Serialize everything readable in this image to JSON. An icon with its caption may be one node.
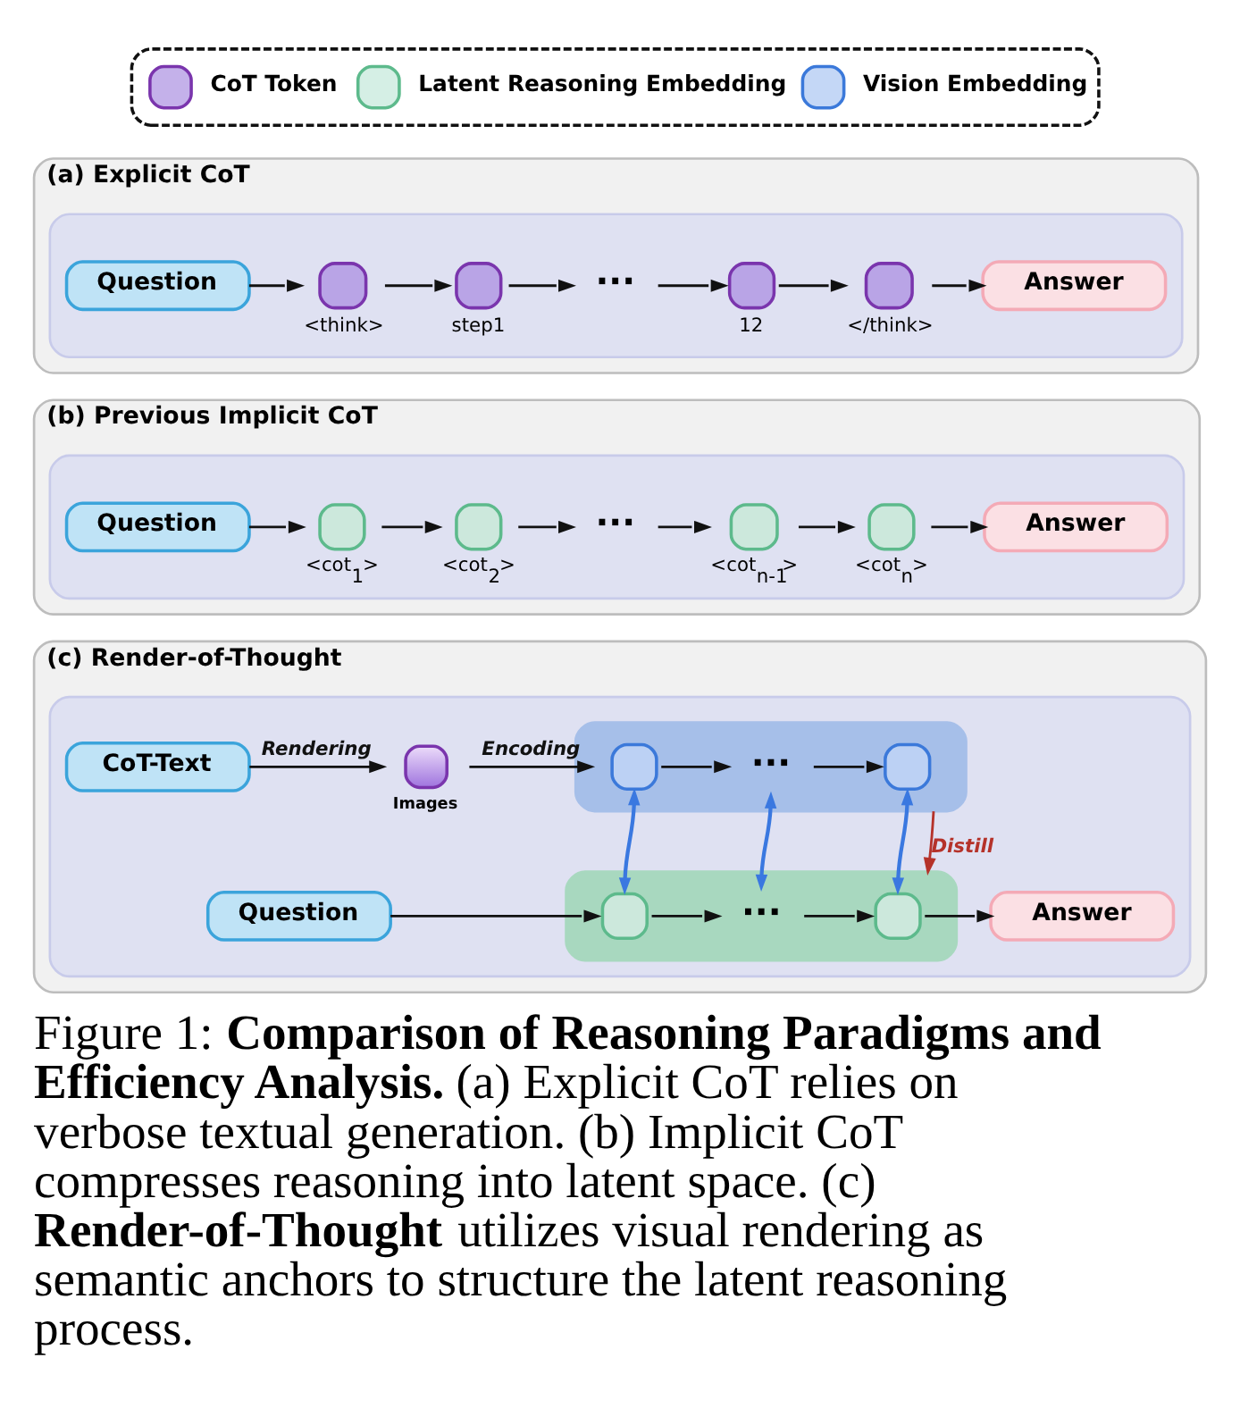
{
  "diagram": {
    "caption": "Figure 1: **Comparison of Reasoning Paradigms and Efficiency Analysis.** (a) Explicit CoT relies on verbose textual generation. (b) Implicit CoT compresses reasoning into latent space. (c) **Render-of-Thought** utilizes visual rendering as semantic anchors to structure the latent reasoning process.",
    "nodes": [
      {
        "text": [
          "(a) Explicit CoT"
        ]
      },
      {
        "text": [],
        "shape": "box",
        "in": 0
      },
      {
        "text": [
          "Question"
        ],
        "in": 1
      },
      {
        "text": [],
        "shape": "box",
        "beside": [
          "<think>"
        ],
        "in": 1
      },
      {
        "text": [],
        "shape": "box",
        "beside": [
          "step1"
        ],
        "in": 1
      },
      {
        "text": [
          "···"
        ],
        "in": 1
      },
      {
        "text": [],
        "shape": "box",
        "beside": [
          "12"
        ],
        "in": 1
      },
      {
        "text": [],
        "shape": "box",
        "beside": [
          "</think>"
        ],
        "in": 1
      },
      {
        "text": [
          "Answer"
        ],
        "in": 1
      },
      {
        "text": [
          "(b) Previous Implicit CoT"
        ]
      },
      {
        "text": [],
        "shape": "box",
        "in": 9
      },
      {
        "text": [
          "Question"
        ],
        "in": 10
      },
      {
        "text": [],
        "shape": "box",
        "beside": [
          "<cot$_{1}$>"
        ],
        "in": 10
      },
      {
        "text": [],
        "shape": "box",
        "beside": [
          "<cot$_{2}$>"
        ],
        "in": 10
      },
      {
        "text": [
          "···"
        ],
        "in": 10
      },
      {
        "text": [],
        "shape": "box",
        "beside": [
          "<cot$_{n-1}$>"
        ],
        "in": 10
      },
      {
        "text": [],
        "shape": "box",
        "beside": [
          "<cot$_{n}$>"
        ],
        "in": 10
      },
      {
        "text": [
          "Answer"
        ],
        "in": 10
      },
      {
        "text": [
          "(c) Render-of-Thought"
        ]
      },
      {
        "text": [],
        "shape": "box",
        "in": 18
      },
      {
        "text": [
          "CoT-Text"
        ],
        "in": 19
      },
      {
        "text": [],
        "shape": "picture",
        "beside": [
          "Images"
        ],
        "in": 19
      },
      {
        "text": [],
        "shape": "box",
        "in": 19
      },
      {
        "text": [],
        "shape": "box",
        "in": 22
      },
      {
        "text": [
          "···"
        ],
        "in": 22
      },
      {
        "text": [],
        "shape": "box",
        "in": 22
      },
      {
        "text": [
          "Question"
        ],
        "in": 19
      },
      {
        "text": [],
        "shape": "box",
        "in": 19
      },
      {
        "text": [],
        "shape": "box",
        "in": 27
      },
      {
        "text": [
          "···"
        ],
        "in": 27
      },
      {
        "text": [],
        "shape": "box",
        "in": 27
      },
      {
        "text": [
          "Answer"
        ],
        "in": 19
      }
    ],
    "edges": [
      {
        "from": 2,
        "to": 3,
        "arrow": "to"
      },
      {
        "from": 3,
        "to": 4,
        "arrow": "to"
      },
      {
        "from": 4,
        "to": 5,
        "arrow": "to"
      },
      {
        "from": 5,
        "to": 6,
        "arrow": "to"
      },
      {
        "from": 6,
        "to": 7,
        "arrow": "to"
      },
      {
        "from": 7,
        "to": 8,
        "arrow": "to"
      },
      {
        "from": 11,
        "to": 12,
        "arrow": "to"
      },
      {
        "from": 12,
        "to": 13,
        "arrow": "to"
      },
      {
        "from": 13,
        "to": 14,
        "arrow": "to"
      },
      {
        "from": 14,
        "to": 15,
        "arrow": "to"
      },
      {
        "from": 15,
        "to": 16,
        "arrow": "to"
      },
      {
        "from": 16,
        "to": 17,
        "arrow": "to"
      },
      {
        "from": 20,
        "to": 21,
        "arrow": "to",
        "label": "Rendering"
      },
      {
        "from": 21,
        "to": 23,
        "arrow": "to",
        "label": "Encoding"
      },
      {
        "from": 23,
        "to": 24,
        "arrow": "to"
      },
      {
        "from": 24,
        "to": 25,
        "arrow": "to"
      },
      {
        "from": 26,
        "to": 28,
        "arrow": "to"
      },
      {
        "from": 28,
        "to": 29,
        "arrow": "to"
      },
      {
        "from": 29,
        "to": 30,
        "arrow": "to"
      },
      {
        "from": 30,
        "to": 31,
        "arrow": "to"
      },
      {
        "from": 23,
        "to": 28,
        "arrow": "both",
        "color": "#3a78e0"
      },
      {
        "from": 24,
        "to": 29,
        "arrow": "both",
        "color": "#3a78e0"
      },
      {
        "from": 25,
        "to": 30,
        "arrow": "both",
        "color": "#3a78e0"
      },
      {
        "from": 22,
        "to": 27,
        "arrow": "to",
        "label": "Distill",
        "color": "#b5322a"
      }
    ],
    "legend": [
      {
        "text": "CoT Token",
        "color": "#c4b1ea"
      },
      {
        "text": "Latent Reasoning Embedding",
        "color": "#d5efe5"
      },
      {
        "text": "Vision Embedding",
        "color": "#c4d7f6"
      }
    ]
  }
}
